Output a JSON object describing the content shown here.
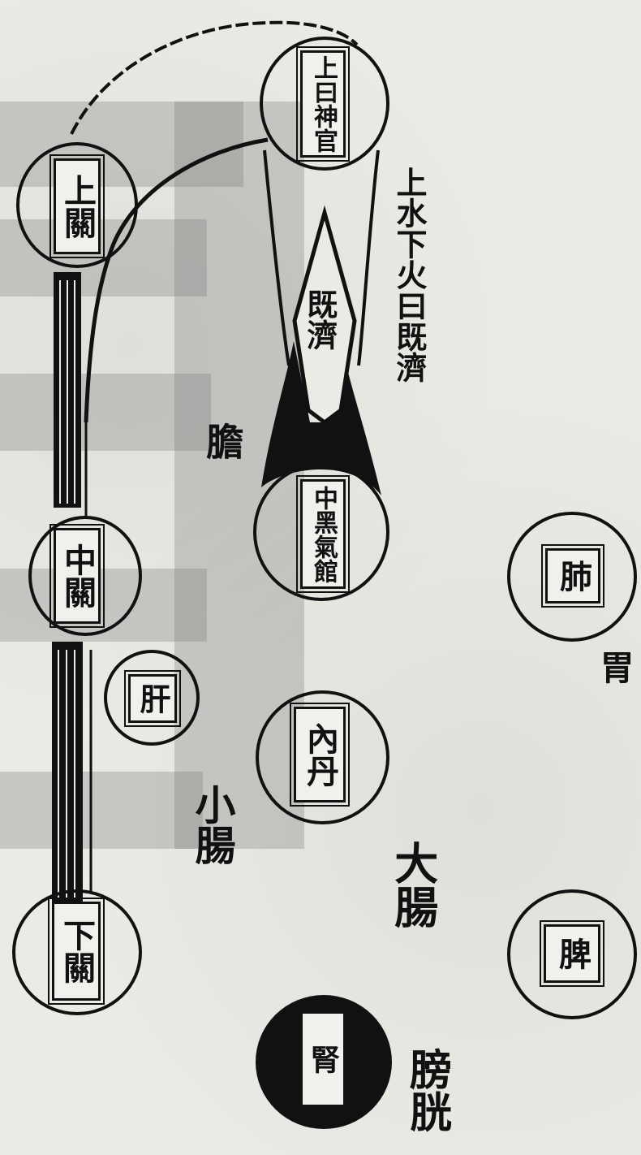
{
  "nodes": {
    "upper_shrine": "上曰神官",
    "upper_gate": "上關",
    "middle_gate": "中關",
    "lower_gate": "下關",
    "central_palace": "中黑氣館",
    "inner_elixir": "內丹",
    "liver": "肝",
    "lung": "肺",
    "spleen": "脾",
    "kidney": "腎"
  },
  "labels": {
    "ji_ji_inside": "既濟",
    "water_fire_caption": "上水下火曰既濟",
    "gallbladder": "膽",
    "stomach": "胃",
    "small_intestine": "小腸",
    "large_intestine": "大腸",
    "bladder": "膀胱"
  },
  "colors": {
    "ink": "#111111",
    "paper": "#eceae5",
    "watermark": "#8a8a8a"
  }
}
